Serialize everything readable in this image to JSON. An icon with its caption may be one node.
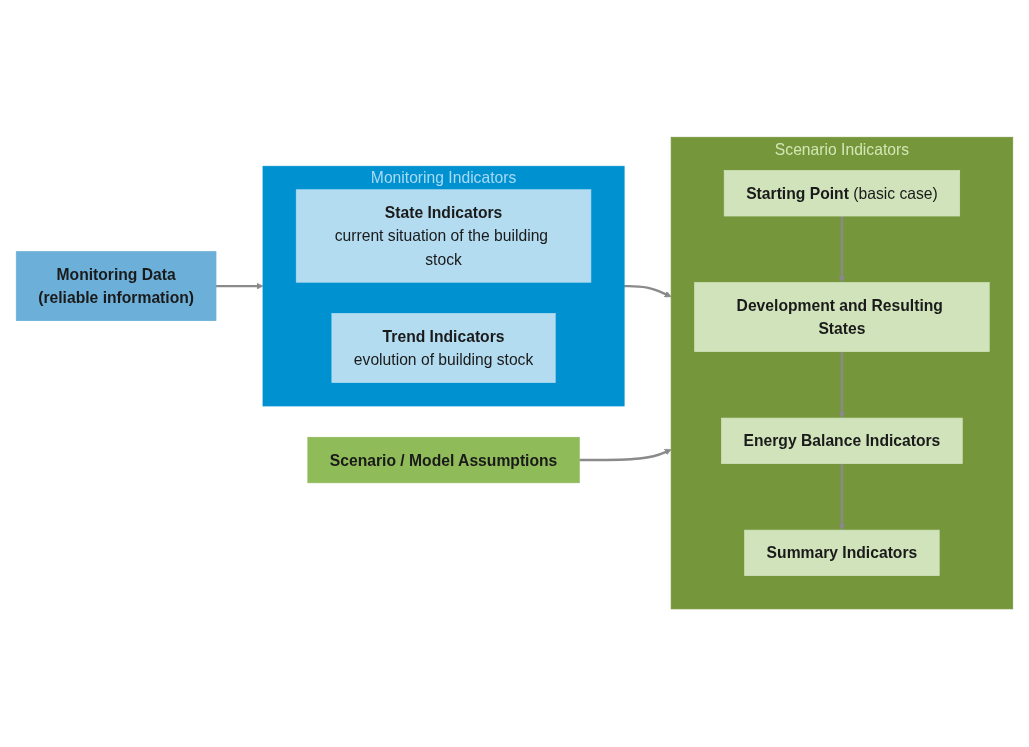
{
  "diagram": {
    "nodes": [
      {
        "text": [
          "Monitoring Data",
          "(reliable information)"
        ]
      },
      {
        "text": [
          "Monitoring Indicators"
        ]
      },
      {
        "text": [
          "State Indicators",
          "current situation of the building stock"
        ],
        "in": 1
      },
      {
        "text": [
          "Trend Indicators",
          "evolution of building stock"
        ],
        "in": 1
      },
      {
        "text": [
          "Scenario / Model Assumptions"
        ]
      },
      {
        "text": [
          "Scenario Indicators"
        ]
      },
      {
        "text": [
          "**Starting Point** (basic case)"
        ],
        "in": 5
      },
      {
        "text": [
          "Development and Resulting States"
        ],
        "in": 5
      },
      {
        "text": [
          "Energy Balance Indicators"
        ],
        "in": 5
      },
      {
        "text": [
          "Summary Indicators"
        ],
        "in": 5
      }
    ],
    "edges": [
      {
        "from": 0,
        "to": 1,
        "arrow": "to"
      },
      {
        "from": 1,
        "to": 5,
        "arrow": "to"
      },
      {
        "from": 4,
        "to": 5,
        "arrow": "to"
      },
      {
        "from": 6,
        "to": 7,
        "arrow": "to"
      },
      {
        "from": 7,
        "to": 8,
        "arrow": "to"
      },
      {
        "from": 8,
        "to": 9,
        "arrow": "to"
      }
    ]
  }
}
